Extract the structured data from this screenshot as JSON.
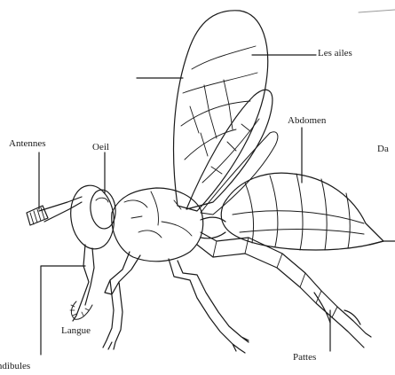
{
  "labels": {
    "wings": "Les ailes",
    "abdomen": "Abdomen",
    "sting": "Da",
    "antennae": "Antennes",
    "eye": "Oeil",
    "tongue": "Langue",
    "mandibles": "andibules",
    "legs": "Pattes"
  },
  "colors": {
    "ink": "#1a1a1a",
    "paper": "#ffffff"
  }
}
